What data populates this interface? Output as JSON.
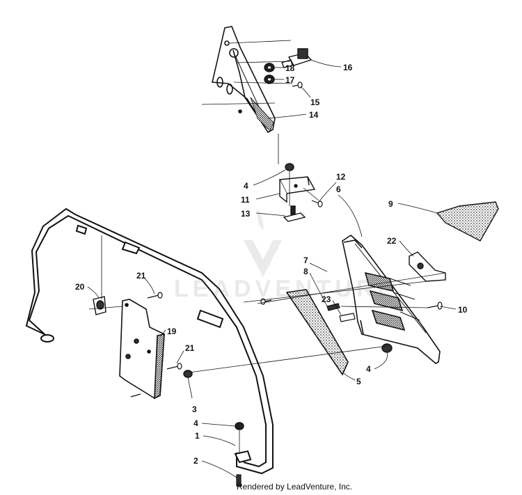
{
  "callouts": [
    {
      "id": "c16",
      "text": "16"
    },
    {
      "id": "c18",
      "text": "18"
    },
    {
      "id": "c17",
      "text": "17"
    },
    {
      "id": "c15",
      "text": "15"
    },
    {
      "id": "c14",
      "text": "14"
    },
    {
      "id": "c4a",
      "text": "4"
    },
    {
      "id": "c11",
      "text": "11"
    },
    {
      "id": "c13",
      "text": "13"
    },
    {
      "id": "c12",
      "text": "12"
    },
    {
      "id": "c6",
      "text": "6"
    },
    {
      "id": "c9",
      "text": "9"
    },
    {
      "id": "c22",
      "text": "22"
    },
    {
      "id": "c7",
      "text": "7"
    },
    {
      "id": "c8",
      "text": "8"
    },
    {
      "id": "c10",
      "text": "10"
    },
    {
      "id": "c23",
      "text": "23"
    },
    {
      "id": "c4b",
      "text": "4"
    },
    {
      "id": "c5",
      "text": "5"
    },
    {
      "id": "c20",
      "text": "20"
    },
    {
      "id": "c21a",
      "text": "21"
    },
    {
      "id": "c19",
      "text": "19"
    },
    {
      "id": "c21b",
      "text": "21"
    },
    {
      "id": "c3",
      "text": "3"
    },
    {
      "id": "c4c",
      "text": "4"
    },
    {
      "id": "c1",
      "text": "1"
    },
    {
      "id": "c2",
      "text": "2"
    }
  ],
  "watermark": "LEADVENTURE",
  "credit": "Rendered by LeadVenture, Inc."
}
